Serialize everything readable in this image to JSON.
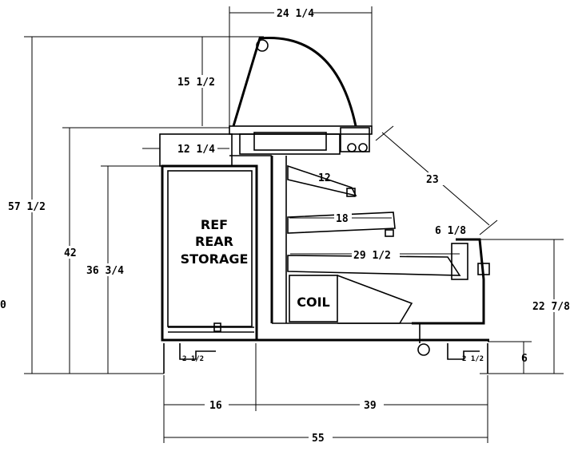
{
  "dimensions": {
    "top_width": "24 1/4",
    "canopy_height": "15 1/2",
    "overall_height": "57 1/2",
    "counter_height": "42",
    "storage_height": "36 3/4",
    "top_depth": "12 1/4",
    "glass_diagonal": "23",
    "shelf_depth_upper": "12",
    "shelf_depth_middle": "18",
    "deck_depth": "29 1/2",
    "front_lip": "6 1/8",
    "front_height": "22 7/8",
    "base_height": "6",
    "rear_depth": "16",
    "front_depth": "39",
    "overall_depth": "55",
    "left_edge_mark": "0",
    "toe_left": "2 1/2",
    "toe_right": "2 1/2"
  },
  "labels": {
    "storage_line1": "REF",
    "storage_line2": "REAR",
    "storage_line3": "STORAGE",
    "coil": "COIL"
  }
}
